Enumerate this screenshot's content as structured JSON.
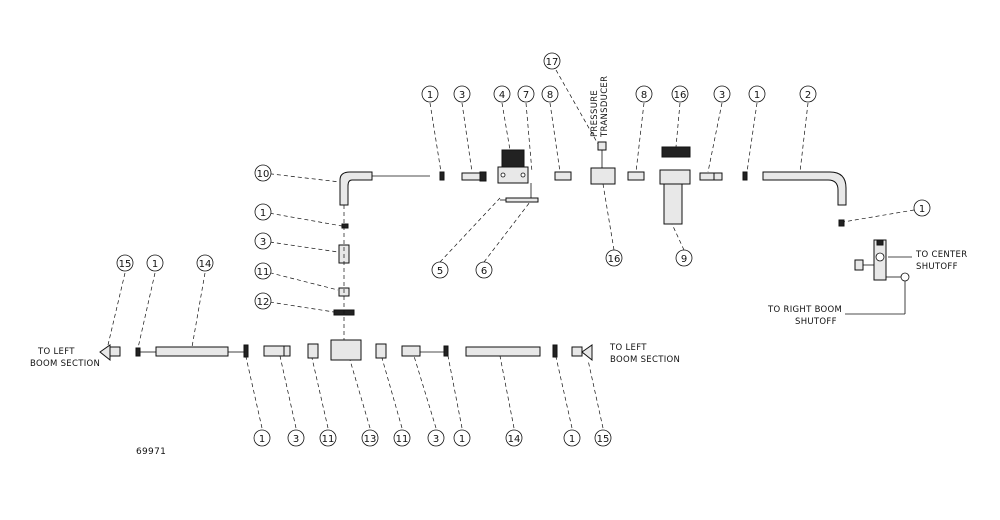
{
  "figure_number": "69971",
  "labels": {
    "to_left_boom_left": [
      "TO LEFT",
      "BOOM SECTION"
    ],
    "to_left_boom_right": [
      "TO LEFT",
      "BOOM SECTION"
    ],
    "to_center_shutoff": [
      "TO CENTER",
      "SHUTOFF"
    ],
    "to_right_boom_shutoff": [
      "TO RIGHT BOOM",
      "SHUTOFF"
    ],
    "pressure_transducer": [
      "PRESSURE",
      "TRANSDUCER"
    ]
  },
  "callouts": {
    "c1": "1",
    "c2": "3",
    "c3": "4",
    "c4": "7",
    "c5": "8",
    "c6": "17",
    "c7": "8",
    "c8": "16",
    "c9": "3",
    "c10": "1",
    "c11": "2",
    "c12": "10",
    "c13": "1",
    "c14": "3",
    "c15": "11",
    "c16": "12",
    "c17": "5",
    "c18": "6",
    "c19": "16",
    "c20": "9",
    "c21": "1",
    "c22": "15",
    "c23": "1",
    "c24": "14",
    "c25": "1",
    "c26": "3",
    "c27": "11",
    "c28": "13",
    "c29": "11",
    "c30": "3",
    "c31": "1",
    "c32": "14",
    "c33": "1",
    "c34": "15"
  }
}
